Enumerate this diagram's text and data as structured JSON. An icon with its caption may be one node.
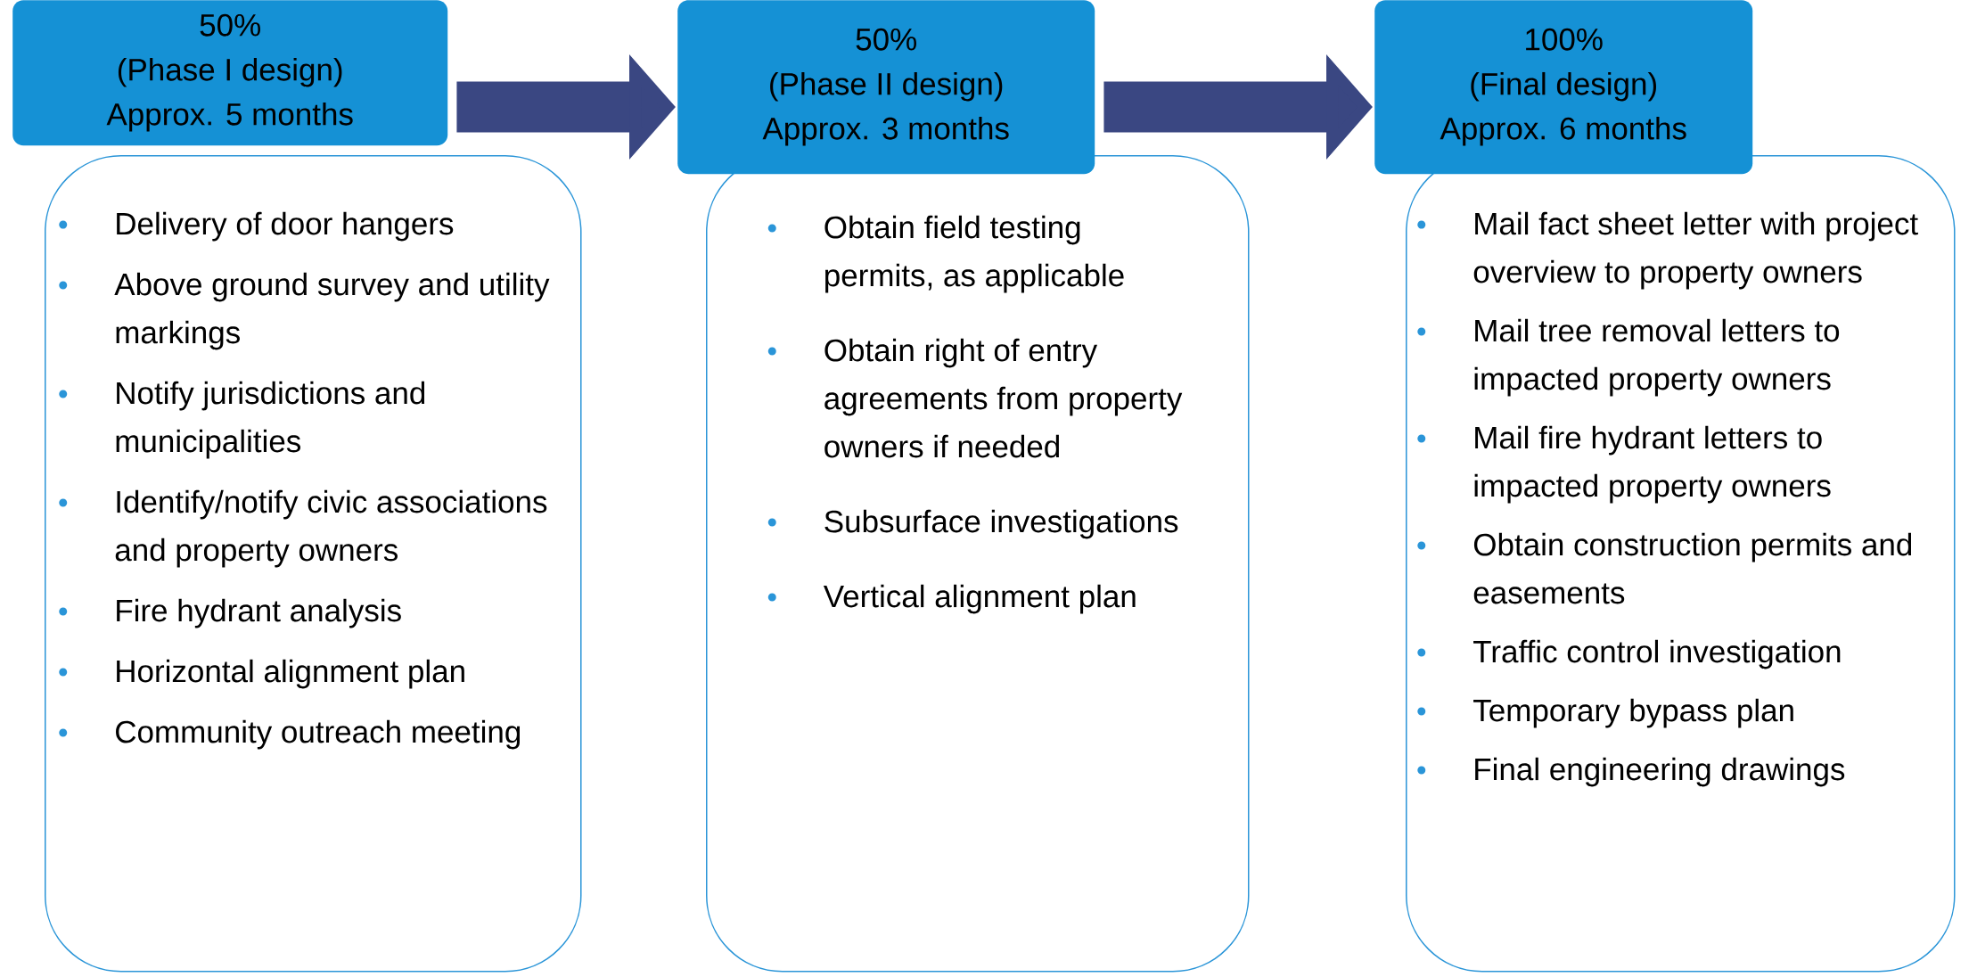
{
  "diagram": {
    "nodes": [
      {
        "text": [
          "50%",
          "(Phase I design)",
          "Approx. 5 months"
        ]
      },
      {
        "text": [
          "Delivery of door hangers",
          "Above ground survey and utility markings",
          "Notify jurisdictions and municipalities",
          "Identify/notify civic associations and property owners",
          "Fire hydrant analysis",
          "Horizontal alignment plan",
          "Community outreach meeting"
        ]
      },
      {
        "text": [
          "50%",
          "(Phase II design)",
          "Approx. 3 months"
        ]
      },
      {
        "text": [
          "Obtain field testing permits, as applicable",
          "Obtain right of entry agreements from property owners if needed",
          "Subsurface investigations",
          "Vertical alignment plan"
        ]
      },
      {
        "text": [
          "100%",
          "(Final design)",
          "Approx. 6 months"
        ]
      },
      {
        "text": [
          "Mail fact sheet letter with project overview to property owners",
          "Mail tree removal letters to impacted property owners",
          "Mail fire hydrant letters to impacted property owners",
          "Obtain construction permits and easements",
          "Traffic control investigation",
          "Temporary bypass plan",
          "Final engineering drawings"
        ]
      }
    ],
    "edges": [
      {
        "from": 0,
        "to": 2,
        "arrow": "to"
      },
      {
        "from": 2,
        "to": 4,
        "arrow": "to"
      }
    ]
  }
}
